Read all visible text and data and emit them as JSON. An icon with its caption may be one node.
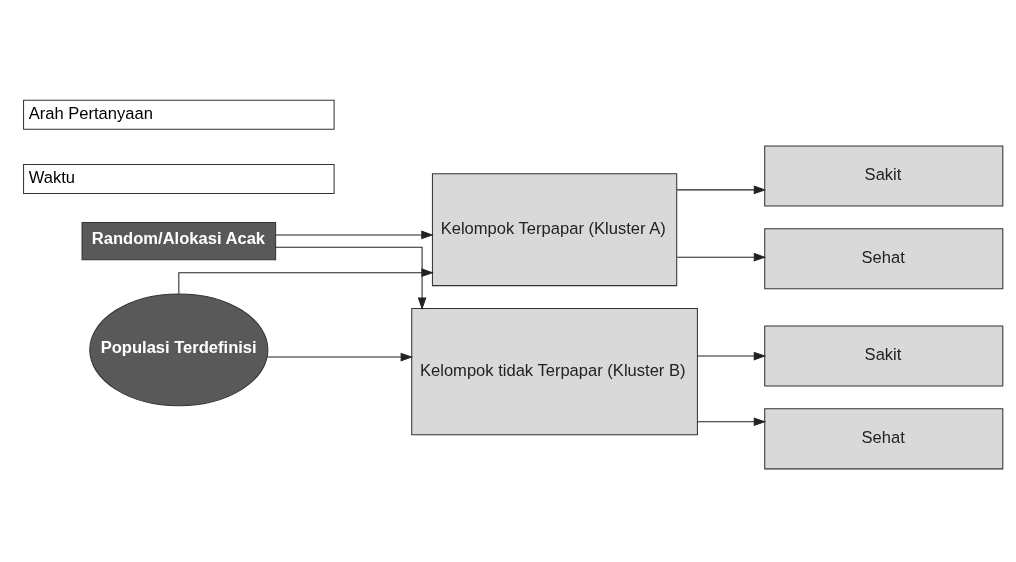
{
  "diagram": {
    "nodes": [
      {
        "text": [
          "Random/Alokasi Acak"
        ]
      },
      {
        "text": [
          "Populasi Terdefinisi"
        ]
      },
      {
        "text": [
          "Kelompok Terpapar (Kluster A)"
        ]
      },
      {
        "text": [
          "Sakit"
        ]
      },
      {
        "text": [
          "Sehat"
        ]
      },
      {
        "text": [
          "Kelompok tidak Terpapar (Kluster B)"
        ]
      },
      {
        "text": [
          "Sakit"
        ]
      },
      {
        "text": [
          "Sehat"
        ]
      }
    ],
    "edges": [
      {
        "from": 1,
        "to": 2,
        "arrow": "to"
      },
      {
        "from": 1,
        "to": 5,
        "arrow": "to"
      },
      {
        "from": 0,
        "to": 2,
        "arrow": "to"
      },
      {
        "from": 0,
        "to": 5,
        "arrow": "to"
      },
      {
        "from": 2,
        "to": 3,
        "arrow": "to"
      },
      {
        "from": 2,
        "to": 4,
        "arrow": "to"
      },
      {
        "from": 5,
        "to": 6,
        "arrow": "to"
      },
      {
        "from": 5,
        "to": 7,
        "arrow": "to"
      }
    ],
    "labels": [
      "Waktu",
      "Arah Pertanyaan"
    ]
  }
}
